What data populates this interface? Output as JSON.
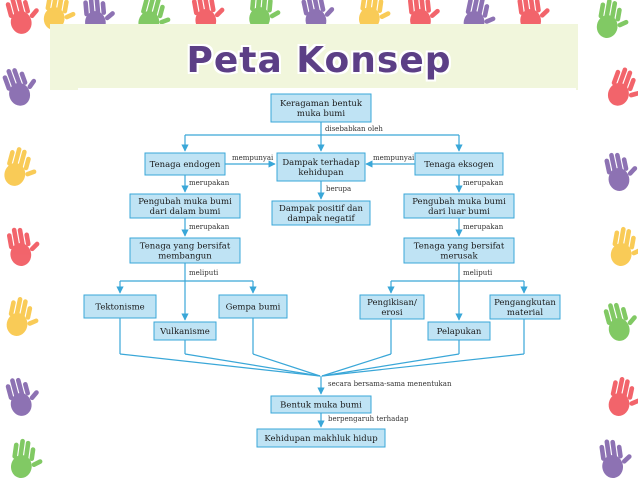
{
  "title": "Peta Konsep",
  "colors": {
    "box_fill": "#bfe3f4",
    "box_stroke": "#3aa7d8",
    "line": "#3aa7d8",
    "title": "#5c3f86"
  },
  "hands": [
    {
      "color": "#f04a52"
    },
    {
      "color": "#f8c23a"
    },
    {
      "color": "#7a5aa6"
    },
    {
      "color": "#6cc04a"
    },
    {
      "color": "#f04a52"
    },
    {
      "color": "#6cc04a"
    },
    {
      "color": "#7a5aa6"
    },
    {
      "color": "#f8c23a"
    },
    {
      "color": "#f04a52"
    },
    {
      "color": "#7a5aa6"
    },
    {
      "color": "#f04a52"
    },
    {
      "color": "#6cc04a"
    },
    {
      "color": "#7a5aa6"
    },
    {
      "color": "#f8c23a"
    },
    {
      "color": "#f04a52"
    },
    {
      "color": "#f8c23a"
    },
    {
      "color": "#7a5aa6"
    },
    {
      "color": "#6cc04a"
    },
    {
      "color": "#f04a52"
    },
    {
      "color": "#7a5aa6"
    },
    {
      "color": "#f8c23a"
    },
    {
      "color": "#6cc04a"
    },
    {
      "color": "#f04a52"
    },
    {
      "color": "#7a5aa6"
    }
  ],
  "nodes": {
    "keragaman": [
      "Keragaman bentuk",
      "muka bumi"
    ],
    "endogen": [
      "Tenaga endogen"
    ],
    "dampak": [
      "Dampak terhadap",
      "kehidupan"
    ],
    "eksogen": [
      "Tenaga eksogen"
    ],
    "pengubah_dalam": [
      "Pengubah muka bumi",
      "dari dalam bumi"
    ],
    "dampak_pn": [
      "Dampak positif dan",
      "dampak negatif"
    ],
    "pengubah_luar": [
      "Pengubah muka bumi",
      "dari luar bumi"
    ],
    "membangun": [
      "Tenaga yang bersifat",
      "membangun"
    ],
    "merusak": [
      "Tenaga yang bersifat",
      "merusak"
    ],
    "tektonisme": [
      "Tektonisme"
    ],
    "vulkanisme": [
      "Vulkanisme"
    ],
    "gempa": [
      "Gempa bumi"
    ],
    "pengikisan": [
      "Pengikisan/",
      "erosi"
    ],
    "pelapukan": [
      "Pelapukan"
    ],
    "pengangkutan": [
      "Pengangkutan",
      "material"
    ],
    "bentuk": [
      "Bentuk muka bumi"
    ],
    "kehidupan": [
      "Kehidupan makhluk hidup"
    ]
  },
  "links": {
    "disebabkan": "disebabkan oleh",
    "mempunyai_left": "mempunyai",
    "mempunyai_right": "mempunyai",
    "berupa": "berupa",
    "merupakan_1": "merupakan",
    "merupakan_2": "merupakan",
    "merupakan_3": "merupakan",
    "merupakan_4": "merupakan",
    "meliputi_left": "meliputi",
    "meliputi_right": "meliputi",
    "bersama": "secara bersama-sama menentukan",
    "berpengaruh": "berpengaruh terhadap"
  }
}
